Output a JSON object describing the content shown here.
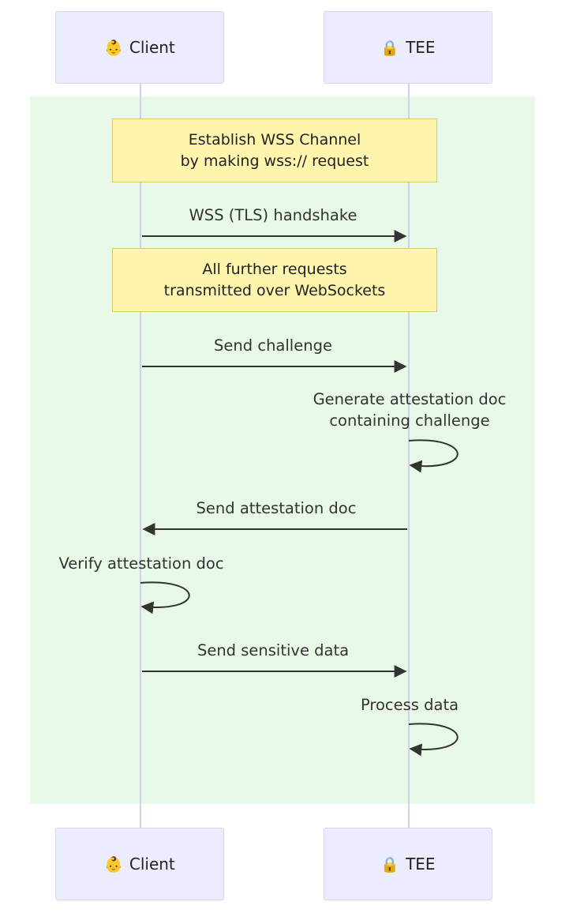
{
  "colors": {
    "actor_fill": "#ECECFF",
    "note_fill": "#FFF5AD",
    "region_fill": "#E8F9E8",
    "lifeline": "#D3CFEE",
    "arrow": "#333333"
  },
  "actors": [
    {
      "id": "client",
      "label": "Client",
      "icon": "baby-face-icon",
      "glyph": "👶"
    },
    {
      "id": "tee",
      "label": "TEE",
      "icon": "padlock-icon",
      "glyph": "🔒"
    }
  ],
  "notes": [
    {
      "lines": [
        "Establish WSS Channel",
        "by making wss:// request"
      ]
    },
    {
      "lines": [
        "All further requests",
        "transmitted over WebSockets"
      ]
    }
  ],
  "messages": [
    {
      "from": "client",
      "to": "tee",
      "lines": [
        "WSS (TLS) handshake"
      ]
    },
    {
      "from": "client",
      "to": "tee",
      "lines": [
        "Send challenge"
      ]
    },
    {
      "from": "tee",
      "to": "tee",
      "lines": [
        "Generate attestation doc",
        "containing challenge"
      ]
    },
    {
      "from": "tee",
      "to": "client",
      "lines": [
        "Send attestation doc"
      ]
    },
    {
      "from": "client",
      "to": "client",
      "lines": [
        "Verify attestation doc"
      ]
    },
    {
      "from": "client",
      "to": "tee",
      "lines": [
        "Send sensitive data"
      ]
    },
    {
      "from": "tee",
      "to": "tee",
      "lines": [
        "Process data"
      ]
    }
  ]
}
